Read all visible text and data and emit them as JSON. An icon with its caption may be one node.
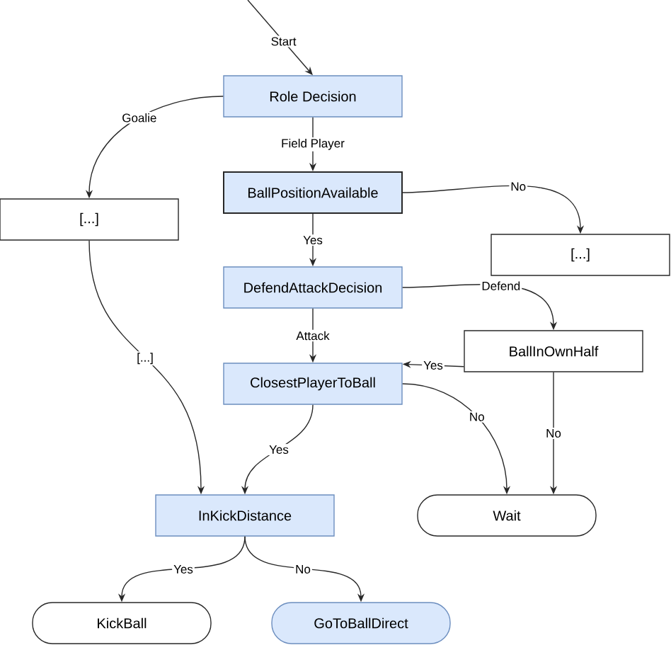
{
  "diagram": {
    "nodes": [
      {
        "text": [
          "Role Decision"
        ]
      },
      {
        "text": [
          "[...]"
        ]
      },
      {
        "text": [
          "BallPositionAvailable"
        ]
      },
      {
        "text": [
          "[...]"
        ]
      },
      {
        "text": [
          "DefendAttackDecision"
        ]
      },
      {
        "text": [
          "BallInOwnHalf"
        ]
      },
      {
        "text": [
          "ClosestPlayerToBall"
        ]
      },
      {
        "text": [
          "InKickDistance"
        ]
      },
      {
        "text": [
          "Wait"
        ]
      },
      {
        "text": [
          "KickBall"
        ]
      },
      {
        "text": [
          "GoToBallDirect"
        ]
      }
    ],
    "edges": [
      {
        "from": null,
        "to": 0,
        "arrow": "to",
        "label": "Start"
      },
      {
        "from": 0,
        "to": 1,
        "arrow": "to",
        "label": "Goalie"
      },
      {
        "from": 0,
        "to": 2,
        "arrow": "to",
        "label": "Field Player"
      },
      {
        "from": 2,
        "to": 3,
        "arrow": "to",
        "label": "No"
      },
      {
        "from": 2,
        "to": 4,
        "arrow": "to",
        "label": "Yes"
      },
      {
        "from": 4,
        "to": 5,
        "arrow": "to",
        "label": "Defend"
      },
      {
        "from": 4,
        "to": 6,
        "arrow": "to",
        "label": "Attack"
      },
      {
        "from": 5,
        "to": 6,
        "arrow": "to",
        "label": "Yes"
      },
      {
        "from": 1,
        "to": 7,
        "arrow": "to",
        "label": "[...]"
      },
      {
        "from": 6,
        "to": 7,
        "arrow": "to",
        "label": "Yes"
      },
      {
        "from": 6,
        "to": 8,
        "arrow": "to",
        "label": "No"
      },
      {
        "from": 5,
        "to": 8,
        "arrow": "to",
        "label": "No"
      },
      {
        "from": 7,
        "to": 9,
        "arrow": "to",
        "label": "Yes"
      },
      {
        "from": 7,
        "to": 10,
        "arrow": "to",
        "label": "No"
      }
    ]
  }
}
